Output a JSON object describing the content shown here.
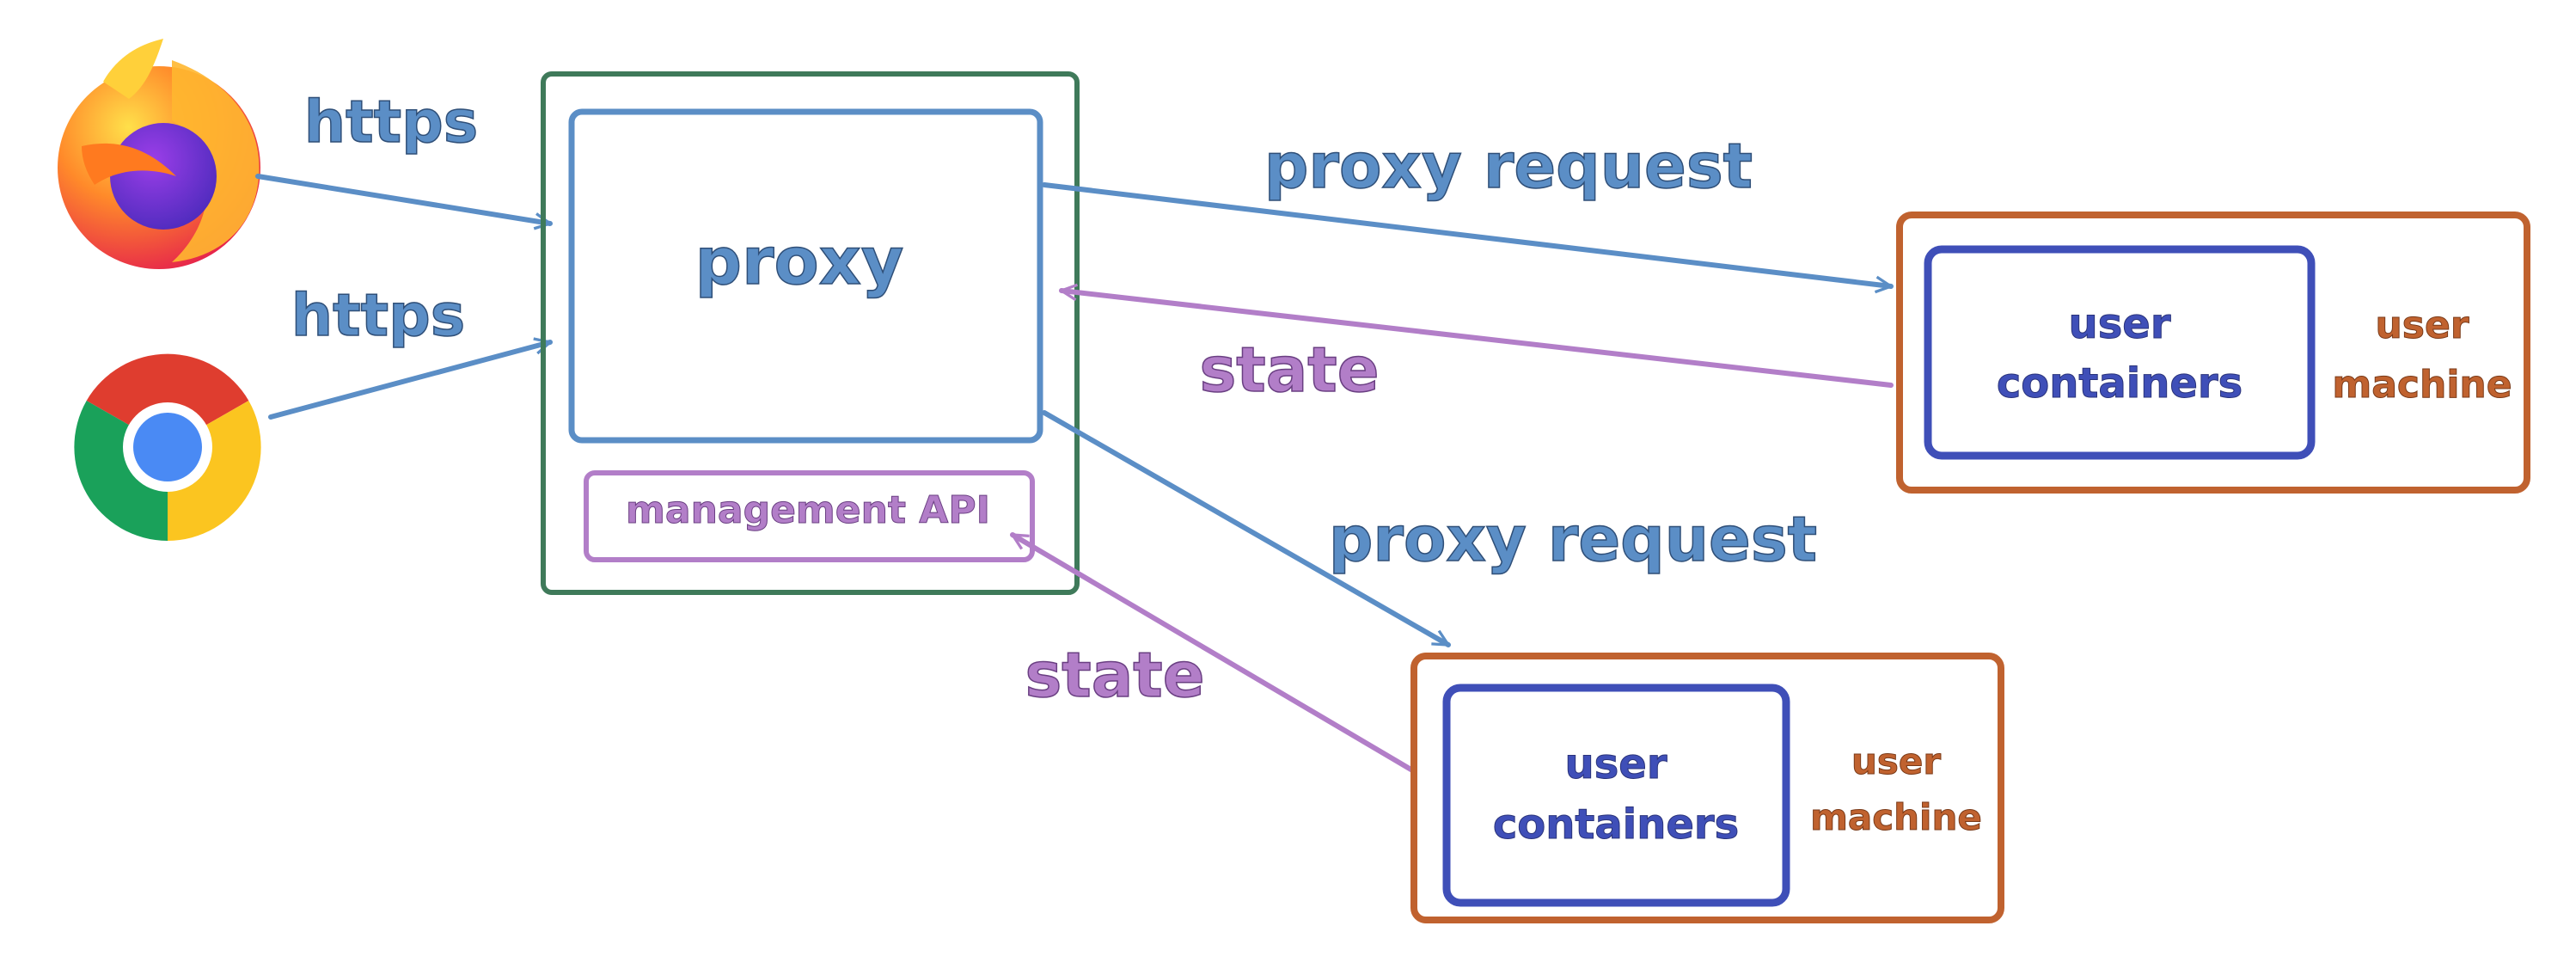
{
  "colors": {
    "blue": "#5b8ec6",
    "dark_blue": "#3f4fb8",
    "green": "#3f7a5a",
    "purple": "#b27ec8",
    "orange": "#c0622f"
  },
  "icons": {
    "browser_1": "firefox-icon",
    "browser_2": "chrome-icon"
  },
  "labels": {
    "https_top": "https",
    "https_bottom": "https",
    "proxy": "proxy",
    "management_api": "management API",
    "proxy_request_top": "proxy request",
    "proxy_request_bottom": "proxy request",
    "state_top": "state",
    "state_bottom": "state"
  },
  "machine_top": {
    "containers_line1": "user",
    "containers_line2": "containers",
    "machine_line1": "user",
    "machine_line2": "machine"
  },
  "machine_bottom": {
    "containers_line1": "user",
    "containers_line2": "containers",
    "machine_line1": "user",
    "machine_line2": "machine"
  }
}
